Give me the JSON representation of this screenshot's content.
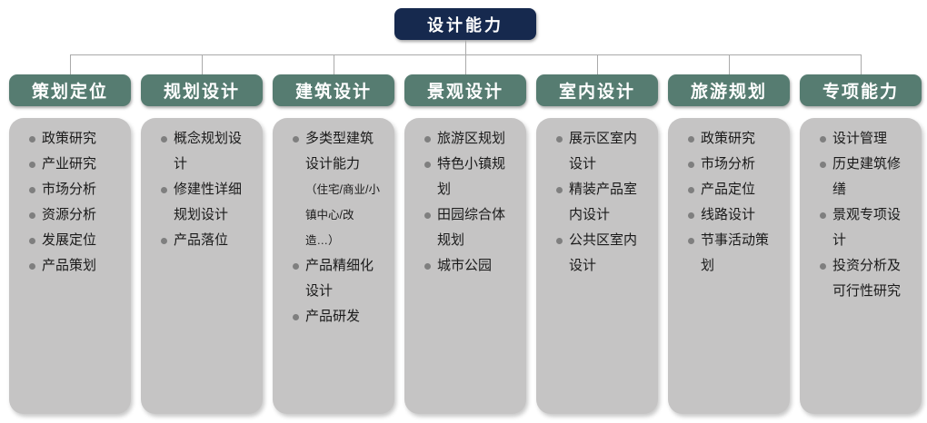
{
  "diagram": {
    "root": {
      "label": "设计能力"
    },
    "columns": [
      {
        "header": "策划定位",
        "items": [
          {
            "text": "政策研究"
          },
          {
            "text": "产业研究"
          },
          {
            "text": "市场分析"
          },
          {
            "text": "资源分析"
          },
          {
            "text": "发展定位"
          },
          {
            "text": "产品策划"
          }
        ]
      },
      {
        "header": "规划设计",
        "items": [
          {
            "text": "概念规划设计"
          },
          {
            "text": "修建性详细规划设计"
          },
          {
            "text": "产品落位"
          }
        ]
      },
      {
        "header": "建筑设计",
        "items": [
          {
            "text": "多类型建筑设计能力",
            "note": "（住宅/商业/小镇中心/改造…）"
          },
          {
            "text": "产品精细化设计"
          },
          {
            "text": "产品研发"
          }
        ]
      },
      {
        "header": "景观设计",
        "items": [
          {
            "text": "旅游区规划"
          },
          {
            "text": "特色小镇规划"
          },
          {
            "text": "田园综合体规划"
          },
          {
            "text": "城市公园"
          }
        ]
      },
      {
        "header": "室内设计",
        "items": [
          {
            "text": "展示区室内设计"
          },
          {
            "text": "精装产品室内设计"
          },
          {
            "text": "公共区室内设计"
          }
        ]
      },
      {
        "header": "旅游规划",
        "items": [
          {
            "text": "政策研究"
          },
          {
            "text": "市场分析"
          },
          {
            "text": "产品定位"
          },
          {
            "text": "线路设计"
          },
          {
            "text": "节事活动策划"
          }
        ]
      },
      {
        "header": "专项能力",
        "items": [
          {
            "text": "设计管理"
          },
          {
            "text": "历史建筑修缮"
          },
          {
            "text": "景观专项设计"
          },
          {
            "text": "投资分析及可行性研究"
          }
        ]
      }
    ],
    "colors": {
      "root_bg": "#16294e",
      "root_text": "#ffffff",
      "header_bg": "#567c71",
      "header_text": "#ffffff",
      "body_bg": "#c5c4c4",
      "connector": "#aaaaaa",
      "bullet": "#7f7f7f",
      "text": "#1a1a1a"
    }
  }
}
